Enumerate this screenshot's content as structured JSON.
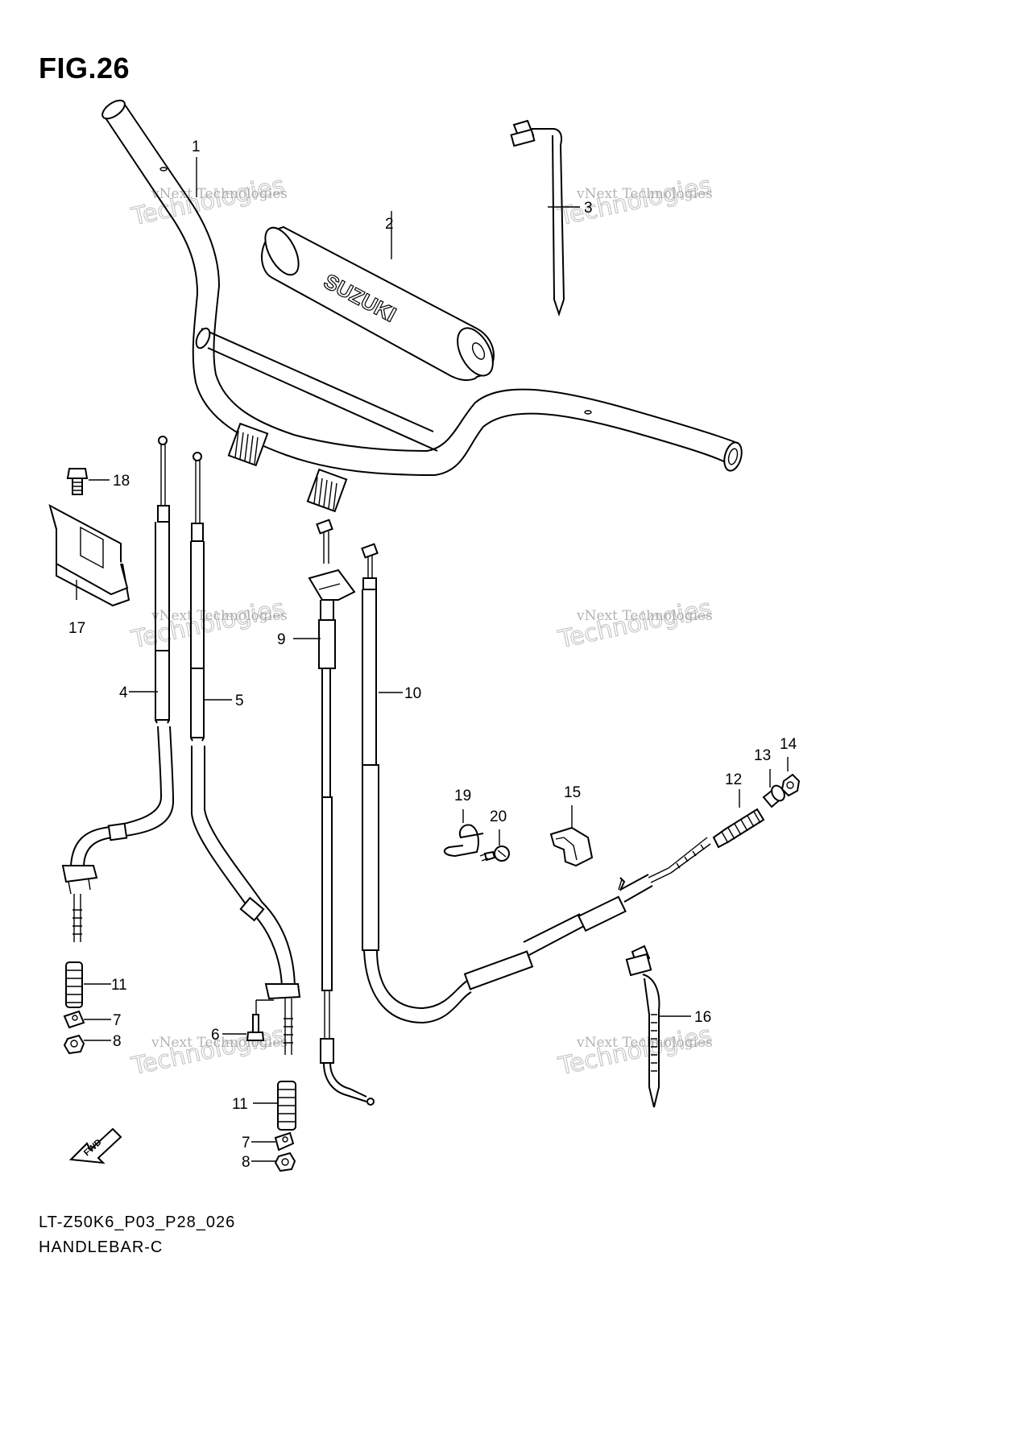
{
  "figure": {
    "title": "FIG.26",
    "model_code": "LT-Z50K6_P03_P28_026",
    "name": "HANDLEBAR-C"
  },
  "brand_text": "SUZUKI",
  "fwd_label": "FWD",
  "watermark": {
    "line1": "vNext Technologies",
    "line2": "Technologies",
    "line3": "vNext"
  },
  "callouts": {
    "c1": "1",
    "c2": "2",
    "c3": "3",
    "c4": "4",
    "c5": "5",
    "c6": "6",
    "c7a": "7",
    "c7b": "7",
    "c8a": "8",
    "c8b": "8",
    "c9": "9",
    "c10": "10",
    "c11a": "11",
    "c11b": "11",
    "c12": "12",
    "c13": "13",
    "c14": "14",
    "c15": "15",
    "c16": "16",
    "c17": "17",
    "c18": "18",
    "c19": "19",
    "c20": "20"
  }
}
